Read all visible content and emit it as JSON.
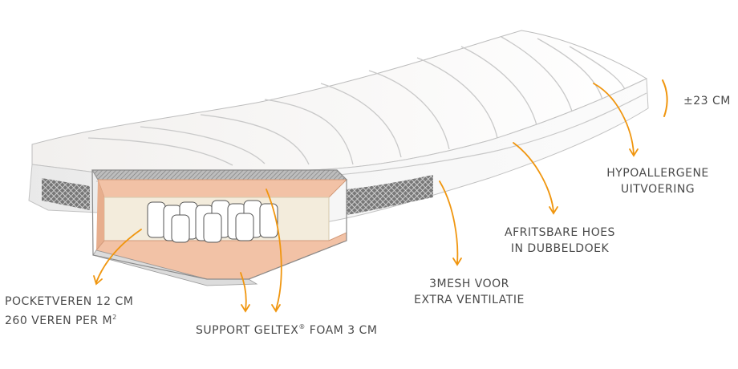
{
  "labels": {
    "height": "±23 CM",
    "hypo": [
      "HYPOALLERGENE",
      "UITVOERING"
    ],
    "cover": [
      "AFRITSBARE HOES",
      "IN DUBBELDOEK"
    ],
    "mesh": [
      "3MESH VOOR",
      "EXTRA VENTILATIE"
    ],
    "pocket": [
      "POCKETVEREN 12 CM",
      "260 VEREN PER M"
    ],
    "pocket_sup": "2",
    "geltex_a": "SUPPORT GELTEX",
    "geltex_sup": "®",
    "geltex_b": " FOAM 3 CM"
  },
  "colors": {
    "accent": "#f0960f",
    "foam": "#f2c2a6",
    "foam_dark": "#e7ae8d",
    "text": "#4a4a4a",
    "outline": "#8f8f8f"
  }
}
